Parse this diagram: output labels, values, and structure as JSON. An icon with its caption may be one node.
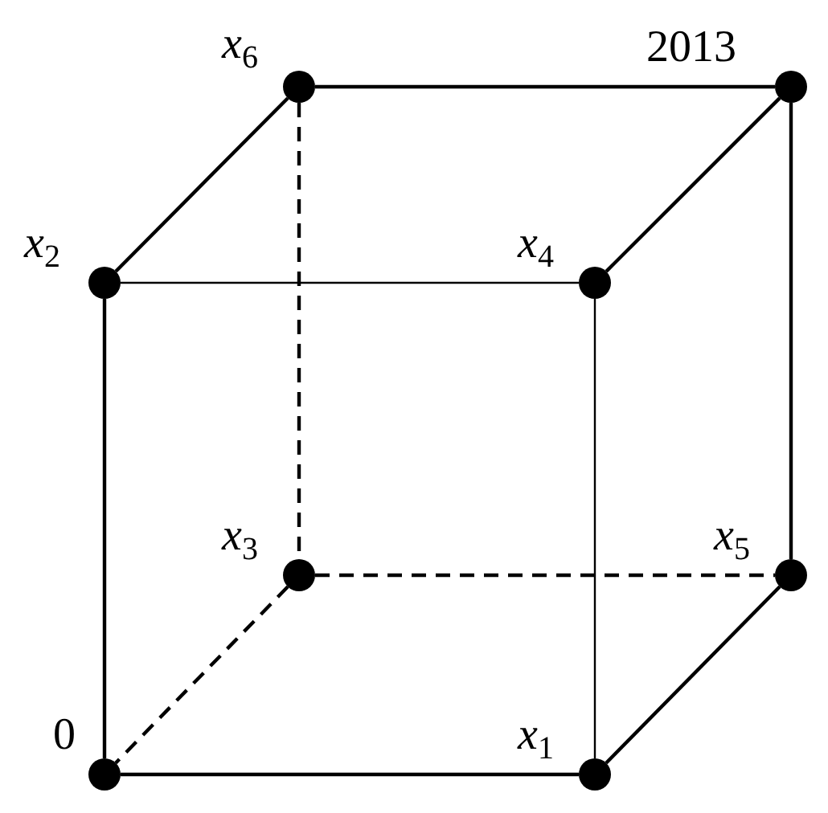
{
  "diagram": {
    "nodes": [
      {
        "text": [],
        "shape": "circle",
        "beside": [
          "*x*$_{6}$"
        ]
      },
      {
        "text": [],
        "shape": "circle",
        "beside": [
          "2013"
        ]
      },
      {
        "text": [],
        "shape": "circle",
        "beside": [
          "*x*$_{2}$"
        ]
      },
      {
        "text": [],
        "shape": "circle",
        "beside": [
          "*x*$_{4}$"
        ]
      },
      {
        "text": [],
        "shape": "circle",
        "beside": [
          "*x*$_{3}$"
        ]
      },
      {
        "text": [],
        "shape": "circle",
        "beside": [
          "*x*$_{5}$"
        ]
      },
      {
        "text": [],
        "shape": "circle",
        "beside": [
          "0"
        ]
      },
      {
        "text": [],
        "shape": "circle",
        "beside": [
          "*x*$_{1}$"
        ]
      }
    ],
    "edges": [
      {
        "from": 0,
        "to": 1,
        "arrow": "none"
      },
      {
        "from": 0,
        "to": 2,
        "arrow": "none"
      },
      {
        "from": 1,
        "to": 3,
        "arrow": "none"
      },
      {
        "from": 1,
        "to": 5,
        "arrow": "none"
      },
      {
        "from": 2,
        "to": 3,
        "arrow": "none"
      },
      {
        "from": 2,
        "to": 6,
        "arrow": "none"
      },
      {
        "from": 3,
        "to": 7,
        "arrow": "none"
      },
      {
        "from": 0,
        "to": 4,
        "arrow": "none",
        "style": "dashed"
      },
      {
        "from": 4,
        "to": 5,
        "arrow": "none",
        "style": "dashed"
      },
      {
        "from": 4,
        "to": 6,
        "arrow": "none",
        "style": "dashed"
      },
      {
        "from": 5,
        "to": 7,
        "arrow": "none"
      },
      {
        "from": 6,
        "to": 7,
        "arrow": "none"
      }
    ]
  }
}
